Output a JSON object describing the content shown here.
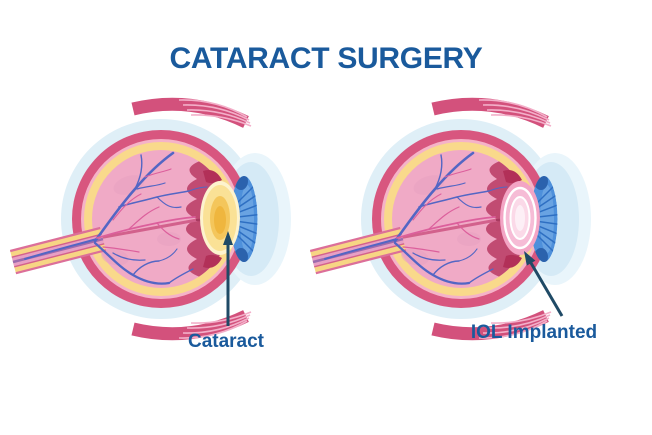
{
  "title": "CATARACT SURGERY",
  "labels": {
    "left": "Cataract",
    "right": "IOL Implanted"
  },
  "panels": [
    {
      "id": "eye-with-cataract",
      "caption": "Cataract",
      "lens_state": "clouded yellow natural lens"
    },
    {
      "id": "eye-with-iol",
      "caption": "IOL Implanted",
      "lens_state": "clear artificial intraocular lens"
    }
  ],
  "colors": {
    "background": "#FFFFFF",
    "title_text": "#1A5A9C",
    "label_text": "#1A5A9C",
    "arrow": "#1F4A66",
    "halo_blue": "#DFEFF7",
    "sclera_ring_pink": "#D8567F",
    "choroid_ring_yellow": "#F9D98B",
    "retina_interior_pink": "#F0AAC6",
    "dark_crescent": "#C14B72",
    "iris_blue": "#4E90DB",
    "vessel_blue": "#5366C4",
    "vessel_pink": "#DC5F9C",
    "cataract_lens_yellow": "#F4C65B",
    "iol_lens_pink": "#F3A5C5"
  }
}
